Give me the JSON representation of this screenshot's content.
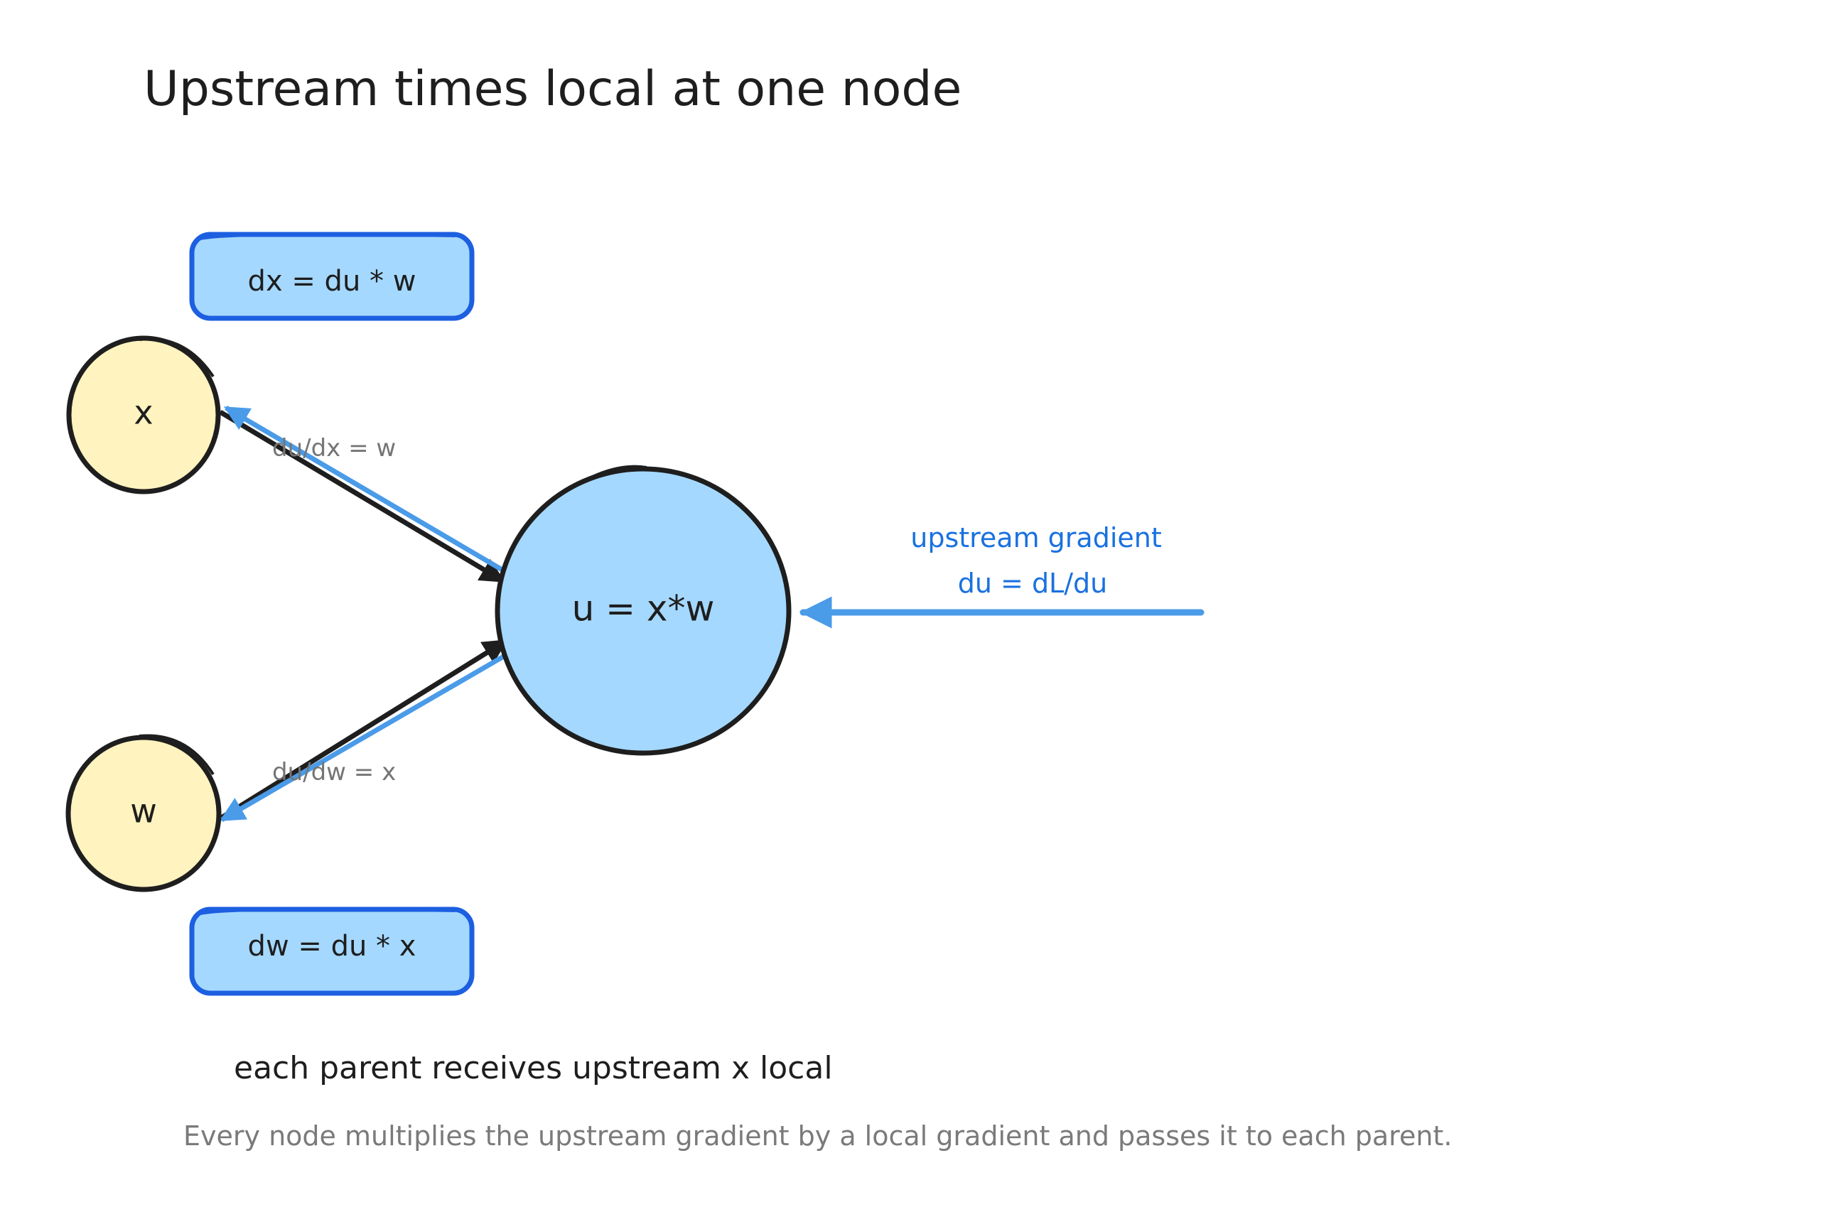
{
  "title": "Upstream times local at one node",
  "nodes": {
    "x": {
      "label": "x"
    },
    "w": {
      "label": "w"
    },
    "u": {
      "label": "u = x*w"
    }
  },
  "gradient_boxes": {
    "dx": {
      "label": "dx = du * w"
    },
    "dw": {
      "label": "dw = du * x"
    }
  },
  "edges": {
    "x_to_u": {
      "label": "du/dx = w"
    },
    "w_to_u": {
      "label": "du/dw = x"
    }
  },
  "upstream": {
    "label": "upstream gradient",
    "formula": "du = dL/du"
  },
  "summary": "each parent receives upstream x local",
  "caption": "Every node multiplies the upstream gradient by a local gradient and passes it to each parent.",
  "colors": {
    "input_node_fill": "#fff3bf",
    "op_node_fill": "#a5d8ff",
    "box_fill": "#a5d8ff",
    "box_stroke": "#1c5fe0",
    "gradient_arrow": "#4a9be8",
    "ink": "#1e1e1e"
  }
}
